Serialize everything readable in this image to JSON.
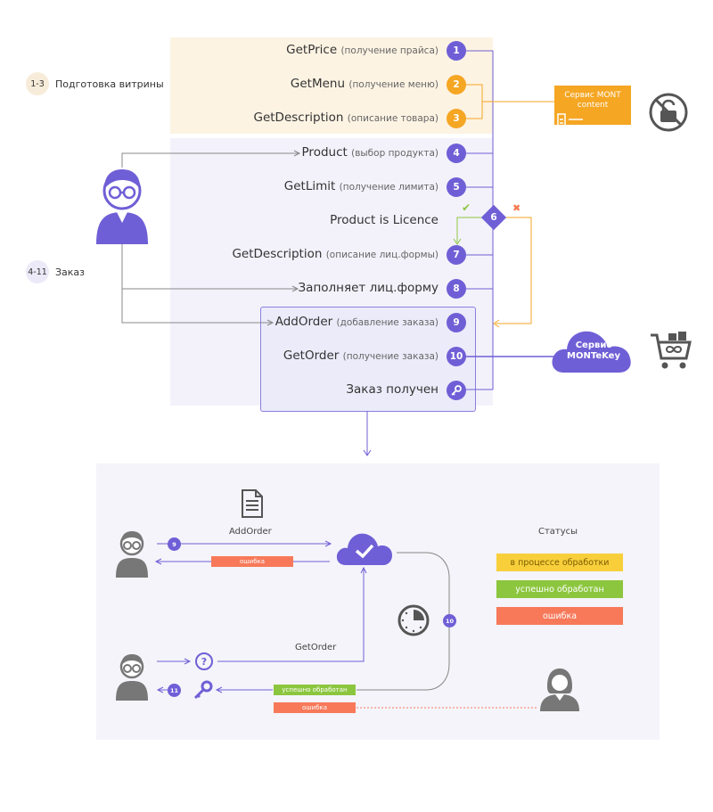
{
  "steps": [
    {
      "num": "1",
      "name": "GetPrice",
      "sub": "(получение прайса)"
    },
    {
      "num": "2",
      "name": "GetMenu",
      "sub": "(получение меню)"
    },
    {
      "num": "3",
      "name": "GetDescription",
      "sub": "(описание товара)"
    },
    {
      "num": "4",
      "name": "Product",
      "sub": "(выбор продукта)"
    },
    {
      "num": "5",
      "name": "GetLimit",
      "sub": "(получение лимита)"
    },
    {
      "num": "6",
      "name": "Product is Licence",
      "sub": ""
    },
    {
      "num": "7",
      "name": "GetDescription",
      "sub": "(описание лиц.формы)"
    },
    {
      "num": "8",
      "name": "Заполняет лиц.форму",
      "sub": ""
    },
    {
      "num": "9",
      "name": "AddOrder",
      "sub": "(добавление заказа)"
    },
    {
      "num": "10",
      "name": "GetOrder",
      "sub": "(получение заказа)"
    },
    {
      "num": "",
      "name": "Заказ получен",
      "sub": ""
    }
  ],
  "sections": [
    {
      "range": "1-3",
      "label": "Подготовка витрины"
    },
    {
      "range": "4-11",
      "label": "Заказ"
    }
  ],
  "services": {
    "mont_content": "Сервис MONT content",
    "montekey_line1": "Сервис",
    "montekey_line2": "MONTeKey"
  },
  "decision": {
    "yes": "✔",
    "no": "✖"
  },
  "bottom": {
    "addorder": "AddOrder",
    "getorder": "GetOrder",
    "error_small": "ошибка",
    "success_small": "успешно обработан",
    "num9": "9",
    "num10": "10",
    "num11": "11",
    "question": "?",
    "statuses_title": "Статусы",
    "statuses": [
      "в процессе обработки",
      "успешно обработан",
      "ошибка"
    ]
  },
  "colors": {
    "purple": "#6f5fd6",
    "orange": "#f5a623",
    "green": "#8cc63f",
    "red": "#f7795a",
    "yellow": "#f8cf3b"
  }
}
